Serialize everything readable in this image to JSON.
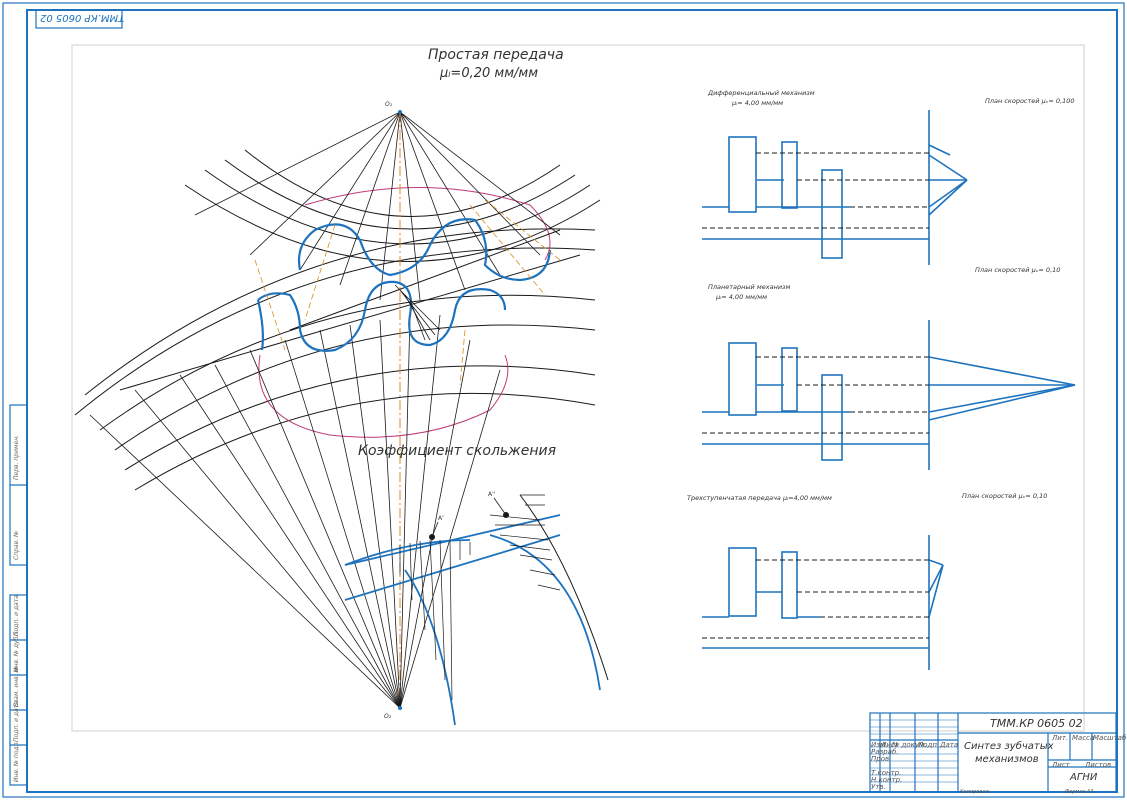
{
  "doc_code_inverted": "ТММ.КР 0605 02",
  "main_title": "Простая передача",
  "main_scale": "μₗ=0,20 мм/мм",
  "sliding_title": "Коэффициент скольжения",
  "right": {
    "diff": {
      "title": "Дифференциальный механизм",
      "scale": "μₗ= 4,00 мм/мм",
      "plan": "План скоростей μᵥ= 0,100"
    },
    "planet": {
      "title": "Планетарный механизм",
      "scale": "μₗ= 4,00 мм/мм",
      "plan": "План скоростей μᵥ= 0,10"
    },
    "stepped": {
      "title": "Трехступенчатая передача μₗ=4,00 мм/мм",
      "plan": "План скоростей μᵥ= 0,10"
    }
  },
  "stamp": {
    "code": "ТММ.КР 0605 02",
    "title_line1": "Синтез зубчатых",
    "title_line2": "механизмов",
    "org": "АГНИ",
    "heads": [
      "Изм",
      "Лист",
      "№ докум.",
      "Подп.",
      "Дата"
    ],
    "rows": [
      "Разраб.",
      "Пров.",
      "Т.контр.",
      "Н.контр.",
      "Утв."
    ],
    "lit_label": "Лит.",
    "mass_label": "Масса",
    "scale_label": "Масштаб",
    "sheet_label": "Лист",
    "sheets_label": "Листов"
  },
  "side_labels": [
    "Перв. примен.",
    "Справ. №",
    "Подп. и дата",
    "Инв. № дубл.",
    "Взам. инв. №",
    "Подп. и дата",
    "Инв. № подл."
  ],
  "bottom_left_mark": "Копировал",
  "bottom_right_mark": "Формат A3",
  "colors": {
    "frame": "#1e73be",
    "profile": "#1e73be",
    "curve": "#c0397a",
    "axis": "#e08a1e",
    "line": "#1a1a1a"
  }
}
